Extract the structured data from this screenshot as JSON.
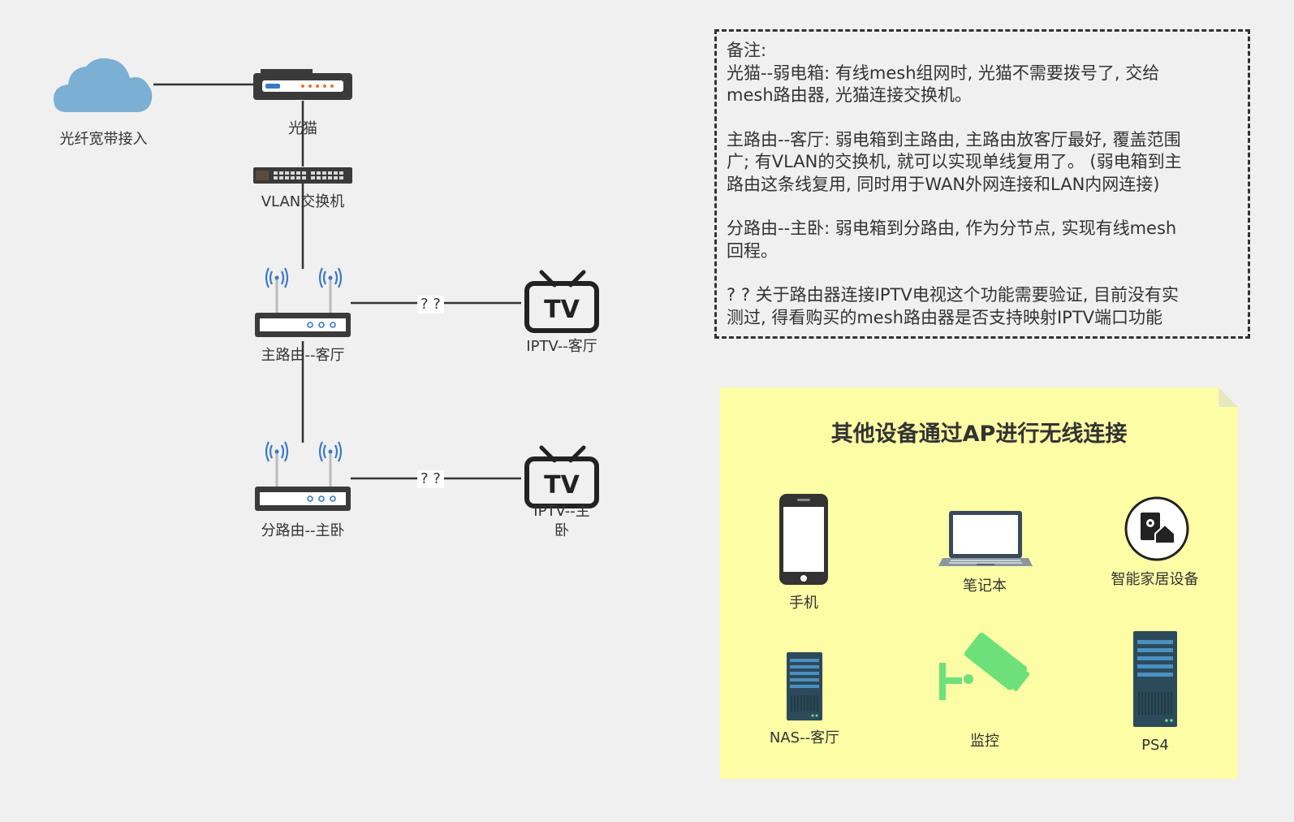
{
  "topology": {
    "cloud_label": "光纤宽带接入",
    "modem_label": "光猫",
    "switch_label": "VLAN交换机",
    "main_router_label": "主路由--客厅",
    "sub_router_label": "分路由--主卧",
    "tv1_label": "IPTV--客厅",
    "tv2_label": "IPTV--主卧",
    "tv_glyph": "TV",
    "link_q1": "? ?",
    "link_q2": "? ?"
  },
  "notes": {
    "title": "备注:",
    "p1a": "光猫--弱电箱: 有线mesh组网时, 光猫不需要拨号了, 交给",
    "p1b": "mesh路由器, 光猫连接交换机。",
    "p2a": "主路由--客厅: 弱电箱到主路由, 主路由放客厅最好, 覆盖范围",
    "p2b": "广; 有VLAN的交换机, 就可以实现单线复用了。 (弱电箱到主",
    "p2c": "路由这条线复用, 同时用于WAN外网连接和LAN内网连接)",
    "p3a": "分路由--主卧: 弱电箱到分路由, 作为分节点, 实现有线mesh",
    "p3b": "回程。",
    "p4a": "? ? 关于路由器连接IPTV电视这个功能需要验证, 目前没有实",
    "p4b": "测过, 得看购买的mesh路由器是否支持映射IPTV端口功能"
  },
  "ap_panel": {
    "title": "其他设备通过AP进行无线连接",
    "devices": {
      "phone": "手机",
      "laptop": "笔记本",
      "smart_home": "智能家居设备",
      "nas": "NAS--客厅",
      "camera": "监控",
      "ps4": "PS4"
    }
  },
  "colors": {
    "cloud": "#7bafd4",
    "wifi": "#3a78c9",
    "camera": "#6ee07a",
    "panel": "#fdfda6",
    "server": "#2d4a5a"
  }
}
